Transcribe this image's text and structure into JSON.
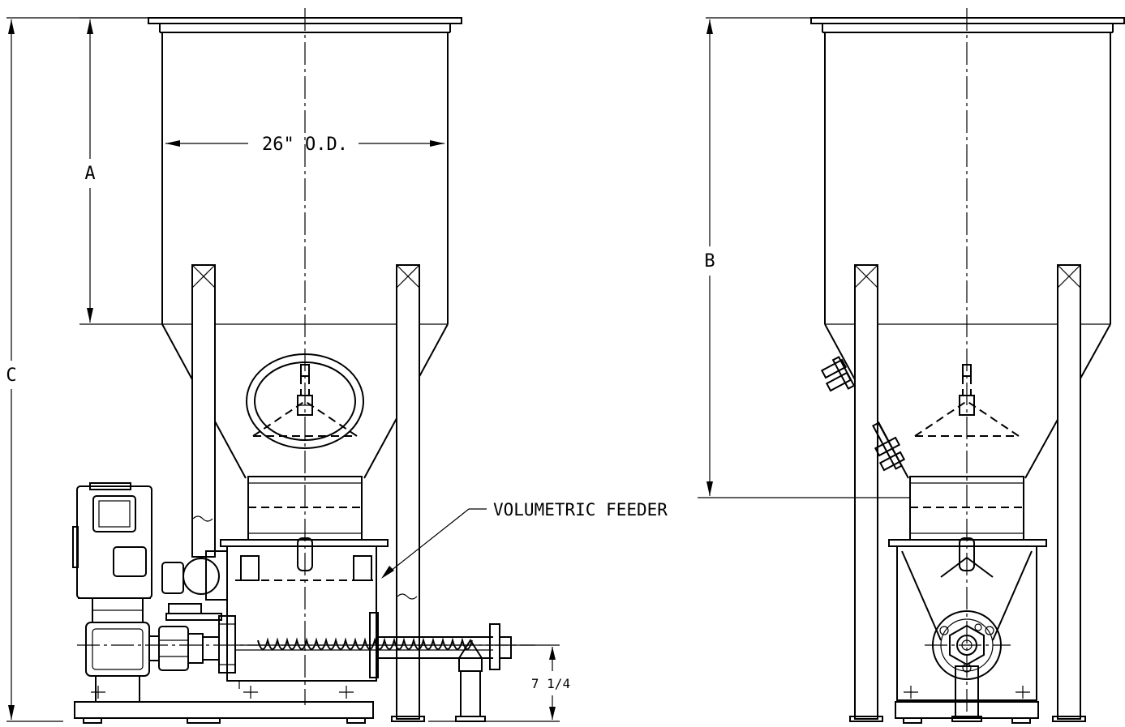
{
  "labels": {
    "dim_a": "A",
    "dim_b": "B",
    "dim_c": "C",
    "od": "26\" O.D.",
    "feeder": "VOLUMETRIC FEEDER",
    "height_outlet": "7 1/4"
  }
}
